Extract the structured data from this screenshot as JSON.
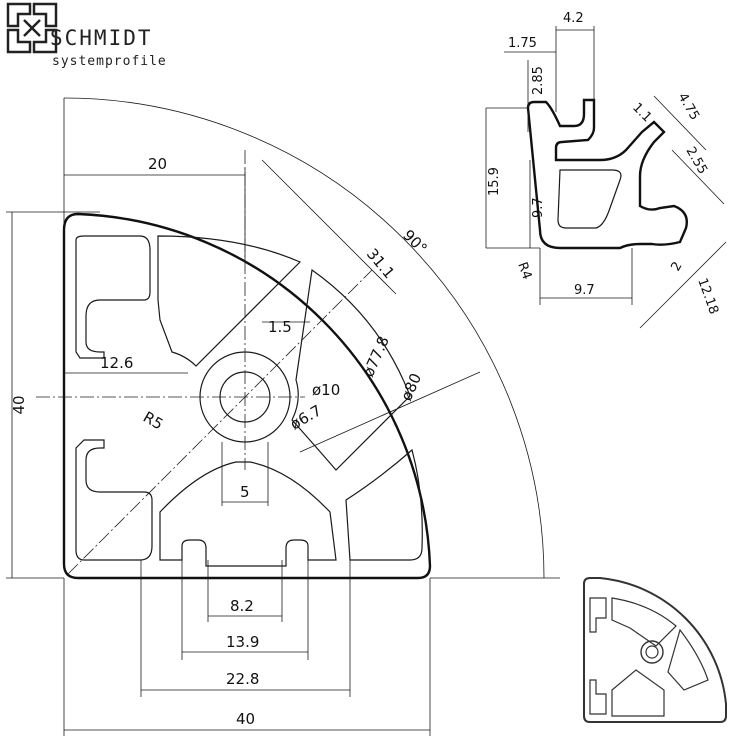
{
  "brand": {
    "name": "SCHMIDT",
    "tagline": "systemprofile"
  },
  "main_view": {
    "angle": "90°",
    "width_top": "20",
    "radius_line": "31.1",
    "wall": "1.5",
    "left_offset": "12.6",
    "height": "40",
    "outer_dia_1": "ø77.8",
    "outer_dia_2": "ø80",
    "core_dia": "ø10",
    "bore_dia": "ø6.7",
    "fillet": "R5",
    "web": "5",
    "slot_8_2": "8.2",
    "slot_13_9": "13.9",
    "slot_22_8": "22.8",
    "width_bottom": "40"
  },
  "slot_detail": {
    "d_4_2": "4.2",
    "d_1_75": "1.75",
    "d_2_85": "2.85",
    "d_1_1": "1.1",
    "d_4_75": "4.75",
    "d_2_55": "2.55",
    "d_15_9": "15.9",
    "d_9_7_v": "9.7",
    "d_r4": "R4",
    "d_9_7_h": "9.7",
    "d_12_18": "12.18",
    "d_2": "2"
  }
}
